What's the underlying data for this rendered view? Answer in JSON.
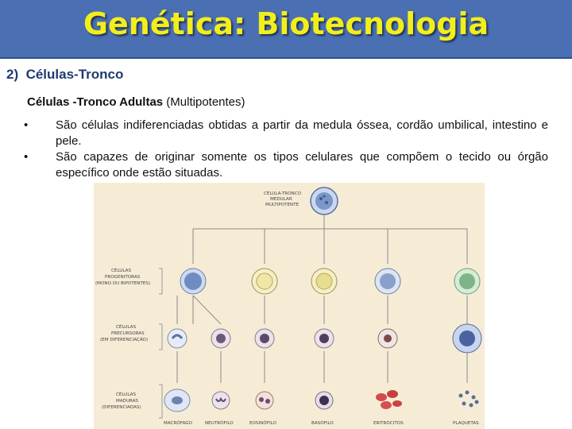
{
  "header": {
    "title": "Genética: Biotecnologia"
  },
  "section": {
    "number": "2)",
    "title": "Células-Tronco"
  },
  "subtitle": {
    "bold": "Células -Tronco Adultas",
    "rest": " (Multipotentes)"
  },
  "bullets": [
    {
      "marker": "•",
      "text": "São células indiferenciadas obtidas a partir da medula óssea, cordão umbilical, intestino e pele."
    },
    {
      "marker": "•",
      "text": "São capazes de originar somente os tipos celulares que compõem o tecido ou órgão específico onde estão situadas."
    }
  ],
  "figure": {
    "top_label": [
      "CÉLULA-TRONCO",
      "MEDULAR",
      "MULTIPOTENTE"
    ],
    "row_labels": [
      [
        "CÉLULAS",
        "PROGENITORAS",
        "(MONO OU BIPOTENTES)"
      ],
      [
        "CÉLULAS",
        "PRECURSORAS",
        "(EM DIFERENCIAÇÃO)"
      ],
      [
        "CÉLULAS",
        "MADURAS",
        "(DIFERENCIADAS)"
      ]
    ],
    "cell_names": [
      "MACRÓFAGO",
      "NEUTRÓFILO",
      "EOSINÓFILO",
      "BASÓFILO",
      "ERITRÓCITOS",
      "PLAQUETAS"
    ],
    "colors": {
      "title_bg": "#4a6fb3",
      "title_text": "#f2ee1c",
      "figure_bg": "#f6ecd6"
    }
  }
}
